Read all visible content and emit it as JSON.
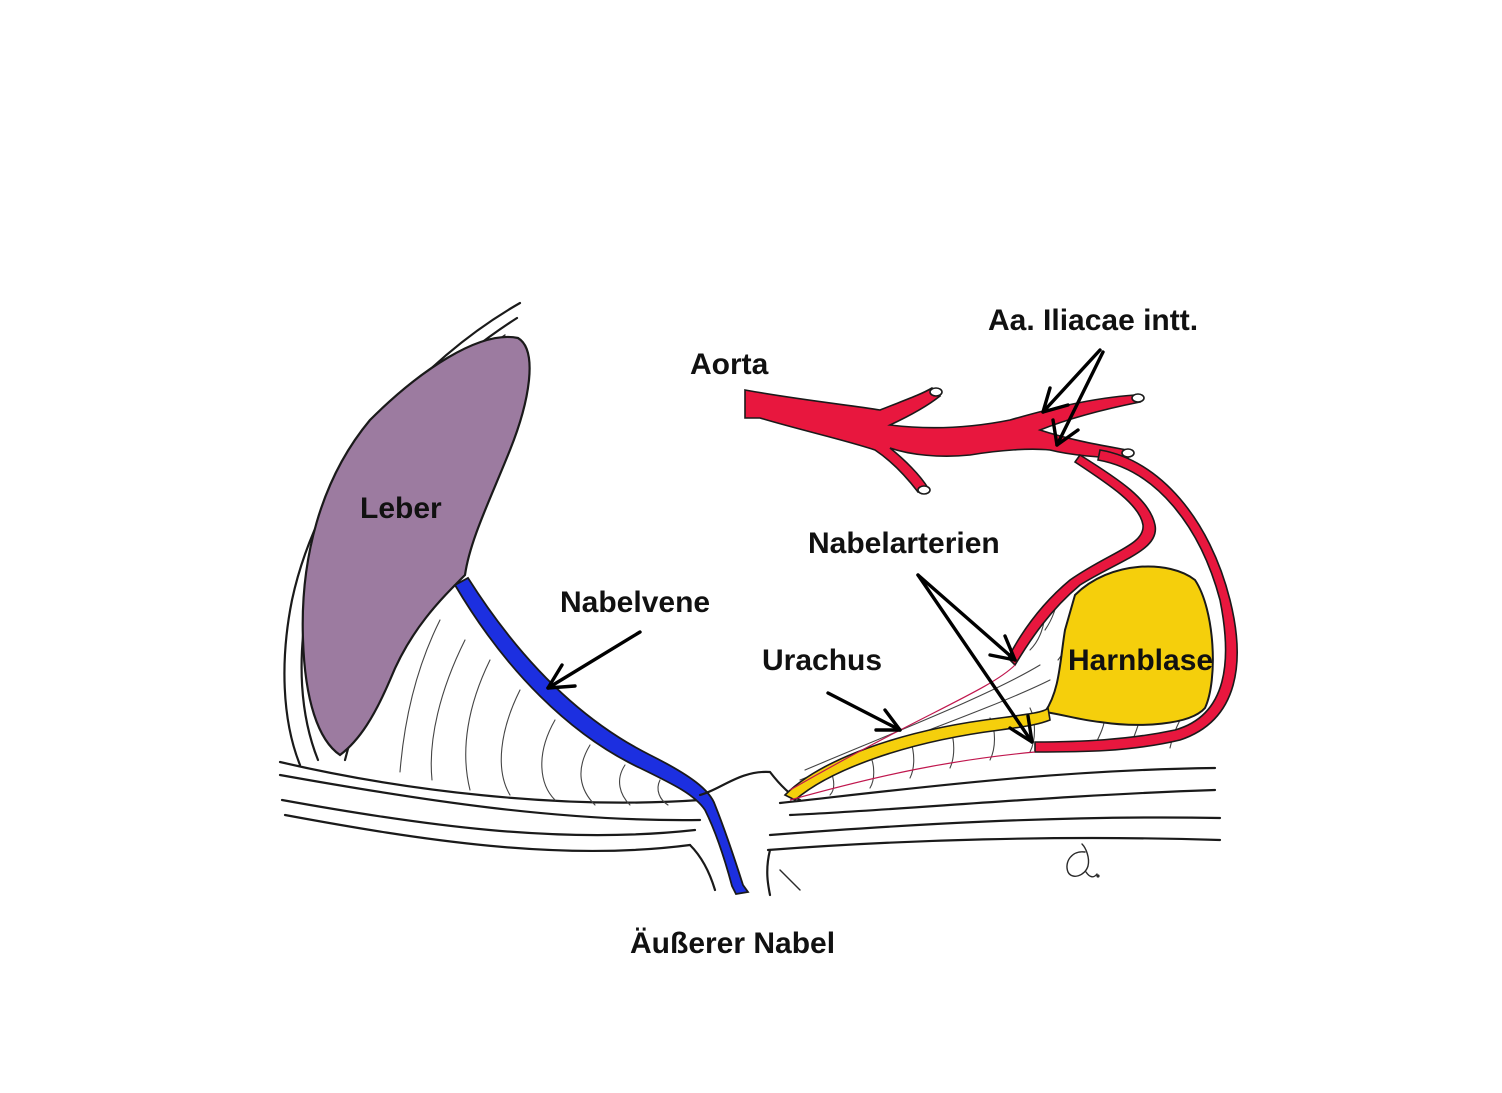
{
  "colors": {
    "liver": "#9c7ba0",
    "umbilical_vein": "#1c2fe0",
    "arteries": "#e8173e",
    "bladder": "#f5cf0c",
    "urachus": "#f5cf0c",
    "outline": "#1a1a1a"
  },
  "labels": {
    "leber": "Leber",
    "nabelvene": "Nabelvene",
    "aorta": "Aorta",
    "iliacae": "Aa. Iliacae intt.",
    "nabelarterien": "Nabelarterien",
    "urachus": "Urachus",
    "harnblase": "Harnblase",
    "aeusserer_nabel": "Äußerer Nabel"
  },
  "signature": "Q."
}
